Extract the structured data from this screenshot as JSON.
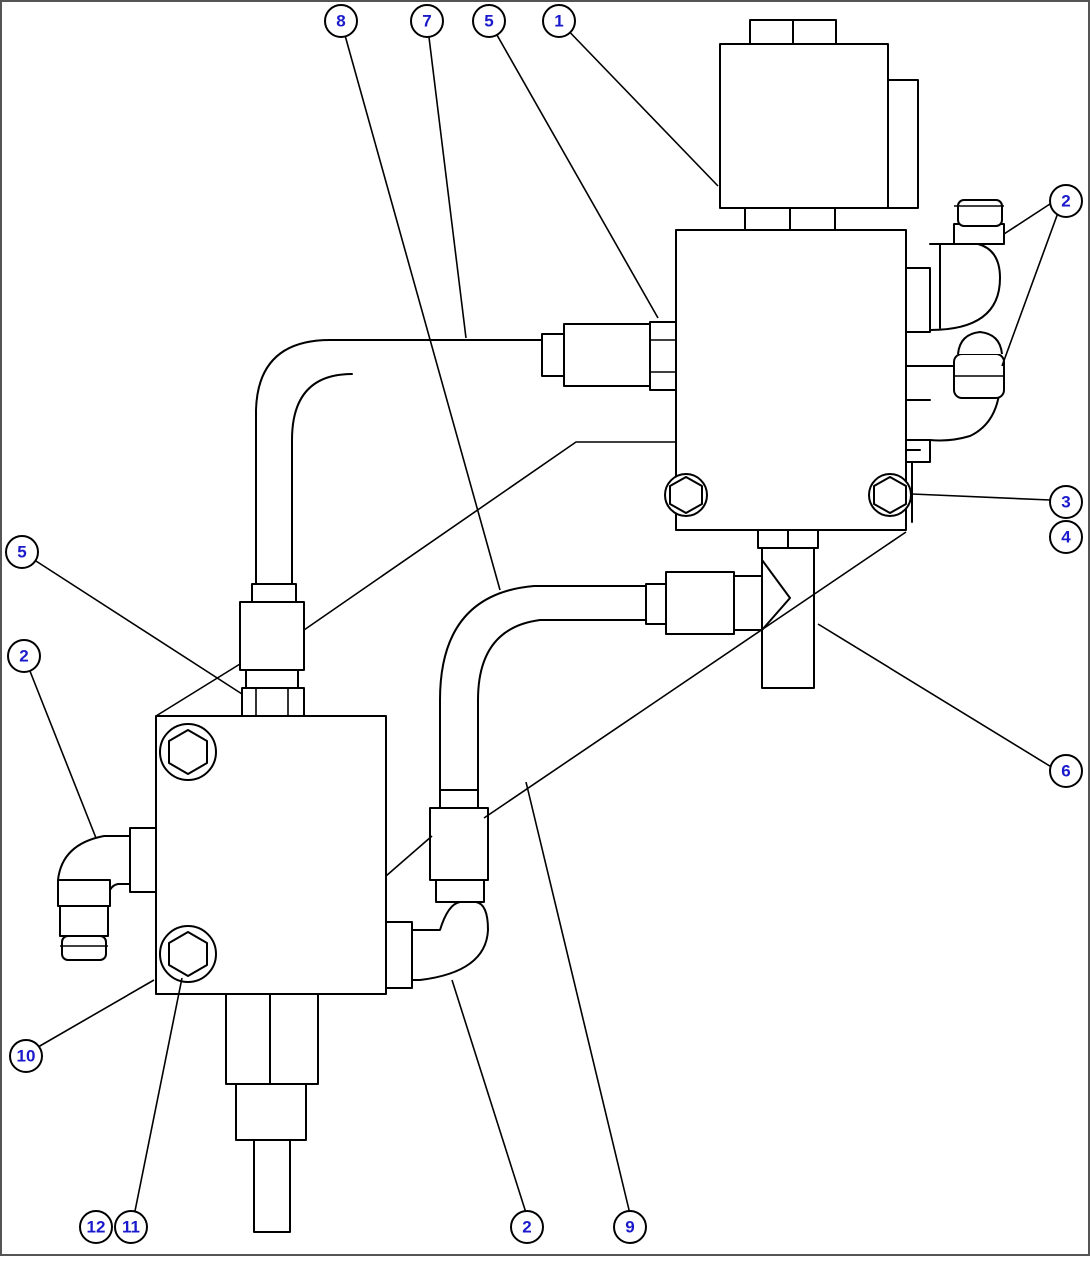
{
  "colors": {
    "line": "#000000",
    "callout_text": "#1a1acc",
    "background": "#ffffff"
  },
  "callouts": [
    {
      "id": "c1",
      "label": "1"
    },
    {
      "id": "c2a",
      "label": "2"
    },
    {
      "id": "c2b",
      "label": "2"
    },
    {
      "id": "c2c",
      "label": "2"
    },
    {
      "id": "c3",
      "label": "3"
    },
    {
      "id": "c4",
      "label": "4"
    },
    {
      "id": "c5a",
      "label": "5"
    },
    {
      "id": "c5b",
      "label": "5"
    },
    {
      "id": "c6",
      "label": "6"
    },
    {
      "id": "c7",
      "label": "7"
    },
    {
      "id": "c8",
      "label": "8"
    },
    {
      "id": "c9",
      "label": "9"
    },
    {
      "id": "c10",
      "label": "10"
    },
    {
      "id": "c11",
      "label": "11"
    },
    {
      "id": "c12",
      "label": "12"
    }
  ]
}
